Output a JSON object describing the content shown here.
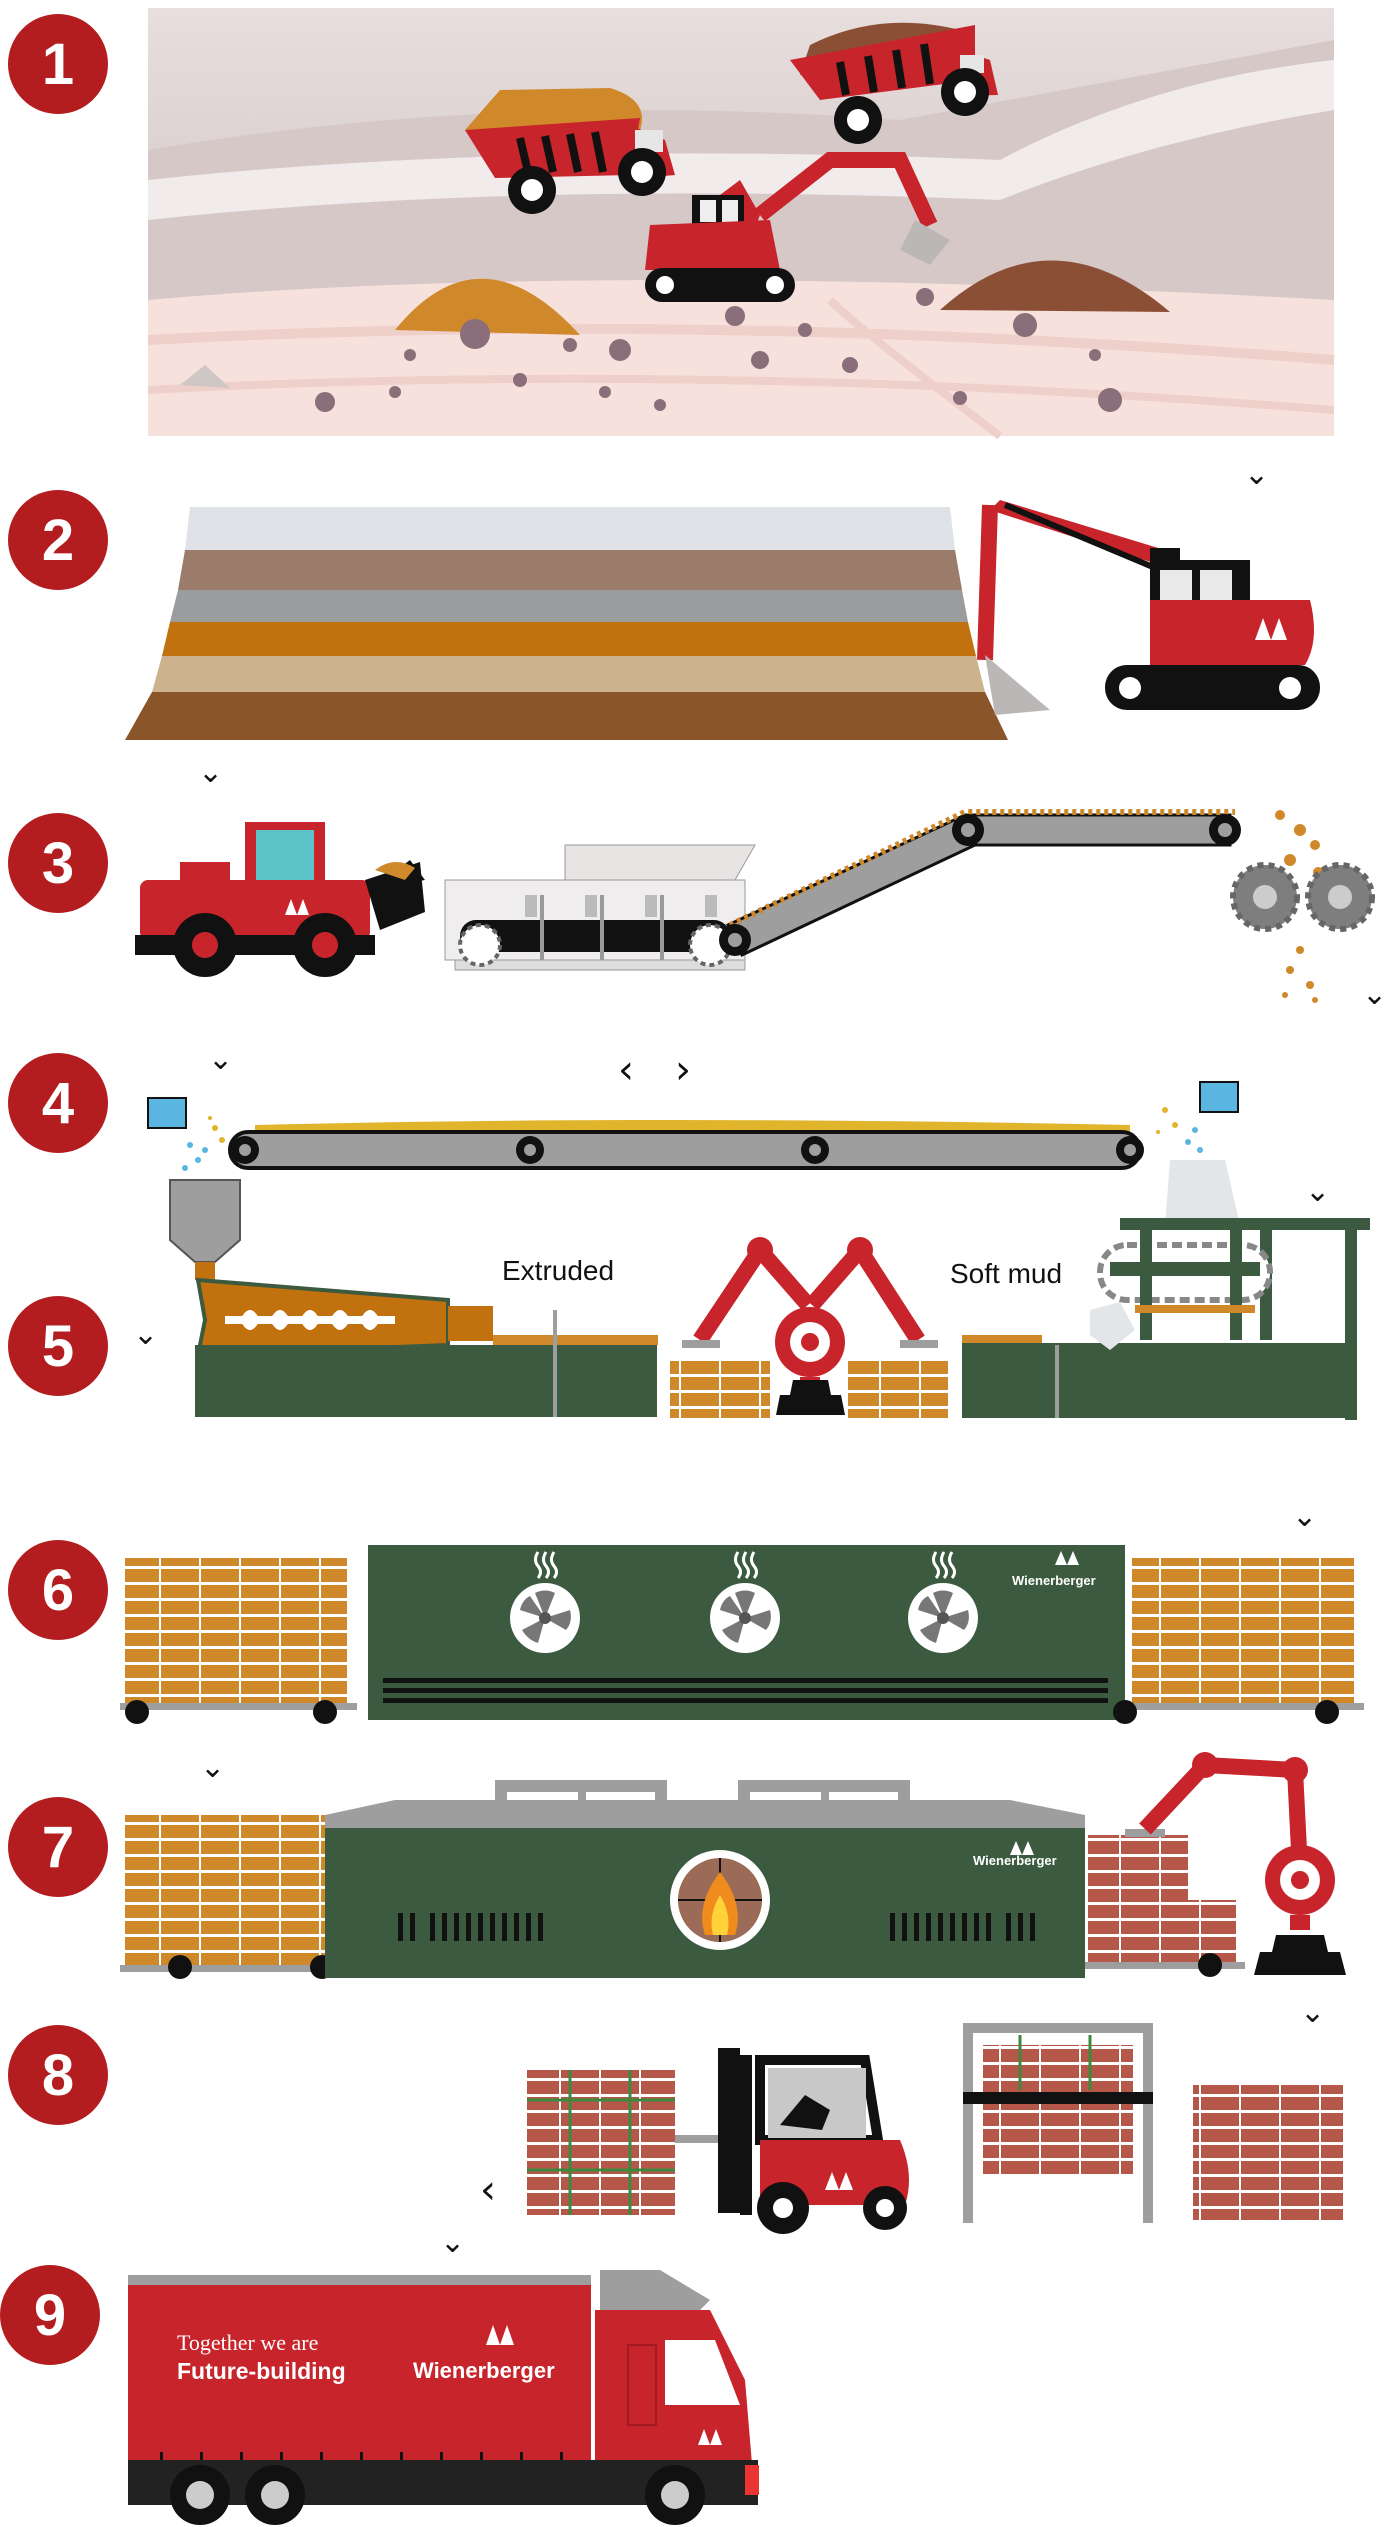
{
  "steps": [
    "1",
    "2",
    "3",
    "4",
    "5",
    "6",
    "7",
    "8",
    "9"
  ],
  "labels": {
    "extruded": "Extruded",
    "soft_mud": "Soft mud"
  },
  "brand": {
    "name": "Wienerberger",
    "slogan_line1": "Together we are",
    "slogan_line2": "Future-building"
  },
  "controls": {
    "chevron": "⌄",
    "prev": "‹",
    "next": "›"
  },
  "colors": {
    "badge_red": "#b31d1f",
    "machine_red": "#c8242b",
    "factory_green": "#3b5a3f",
    "clay_orange": "#d0892a",
    "brick_red": "#b5584a"
  }
}
